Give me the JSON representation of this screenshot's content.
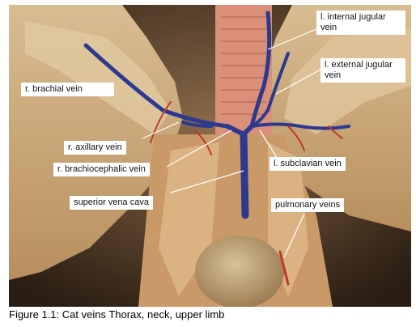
{
  "caption": "Figure 1.1: Cat veins Thorax, neck, upper limb",
  "labels": {
    "r_brachial_vein": "r. brachial vein",
    "l_internal_jugular_vein": "l. internal jugular vein",
    "l_external_jugular_vein": "l. external jugular vein",
    "r_axillary_vein": "r. axillary vein",
    "r_brachiocephalic_vein": "r. brachiocephalic vein",
    "l_subclavian_vein": "l. subclavian vein",
    "superior_vena_cava": "superior vena cava",
    "pulmonary_veins": "pulmonary veins"
  },
  "colors": {
    "tissue": "#c9a67a",
    "background": "#3a2a1a",
    "vein": "#2b3a8f",
    "artery": "#c0392b",
    "muscle": "#d9826e"
  }
}
